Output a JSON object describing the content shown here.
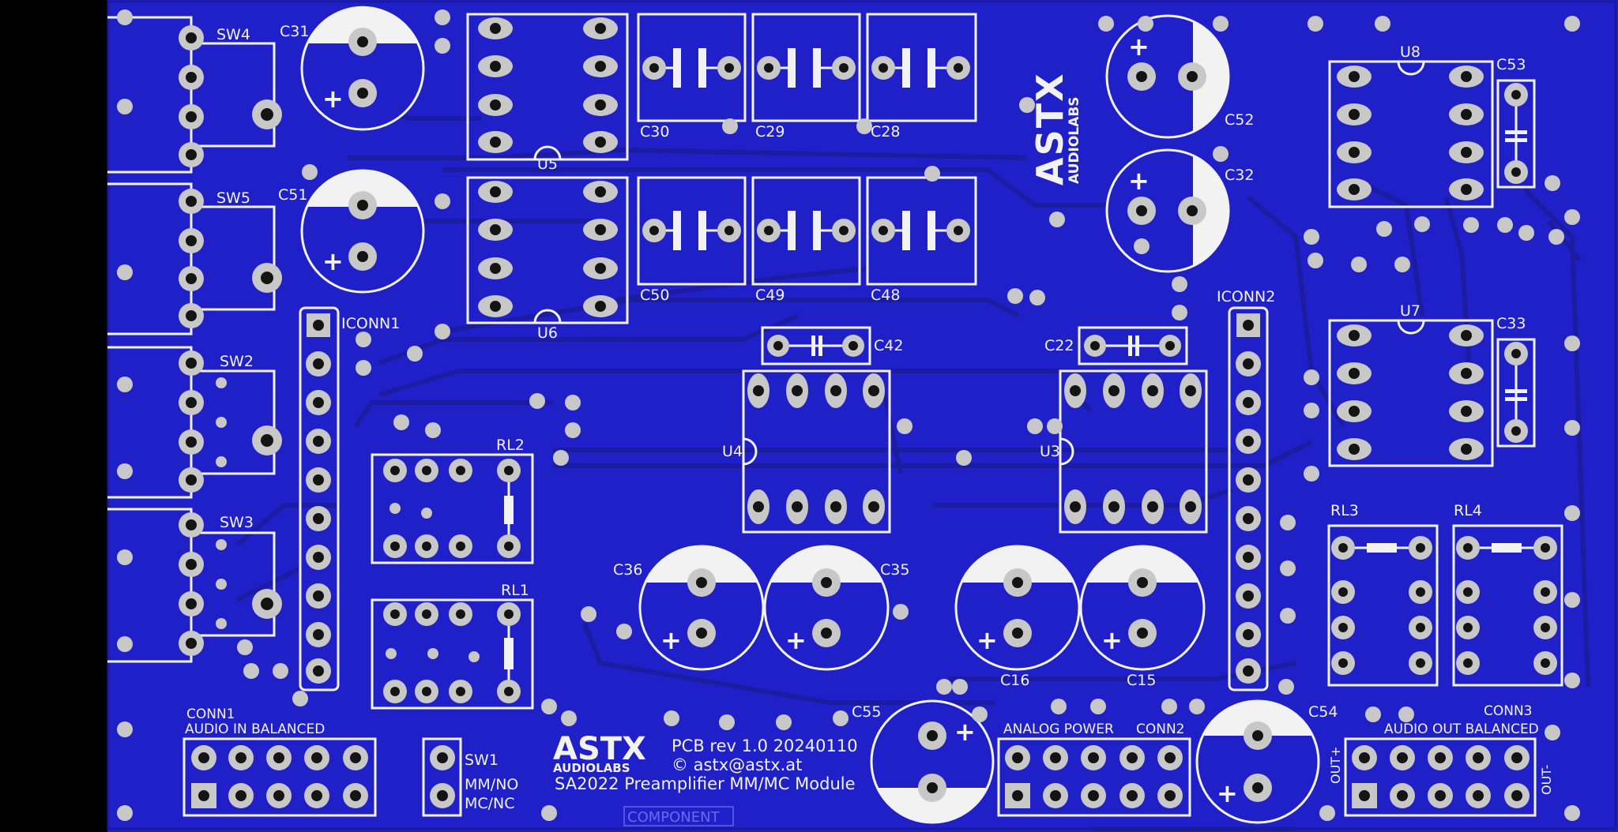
{
  "board": {
    "colors": {
      "background": "#000000",
      "board": "#2020c8",
      "silkscreen": "#f2f2f2",
      "pad": "#c8c8c8",
      "drill": "#141414",
      "trace": "#1c1ca0"
    },
    "designators": {
      "sw4": "SW4",
      "sw5": "SW5",
      "sw2": "SW2",
      "sw3": "SW3",
      "sw1": "SW1",
      "c31": "C31",
      "c51": "C51",
      "c30": "C30",
      "c29": "C29",
      "c28": "C28",
      "c50": "C50",
      "c49": "C49",
      "c48": "C48",
      "c52": "C52",
      "c32": "C32",
      "c53": "C53",
      "c33": "C33",
      "c42": "C42",
      "c22": "C22",
      "c36": "C36",
      "c35": "C35",
      "c16": "C16",
      "c15": "C15",
      "c55": "C55",
      "c54": "C54",
      "u5": "U5",
      "u6": "U6",
      "u4": "U4",
      "u3": "U3",
      "u8": "U8",
      "u7": "U7",
      "rl1": "RL1",
      "rl2": "RL2",
      "rl3": "RL3",
      "rl4": "RL4",
      "iconn1": "ICONN1",
      "iconn2": "ICONN2",
      "conn1": "CONN1",
      "conn2": "CONN2",
      "conn3": "CONN3"
    },
    "labels": {
      "conn1_sub": "AUDIO IN BALANCED",
      "conn3_sub": "AUDIO OUT BALANCED",
      "analog_power": "ANALOG POWER",
      "sw1_mode1": "MM/NO",
      "sw1_mode2": "MC/NC",
      "out_plus": "OUT+",
      "out_minus": "OUT-",
      "plus": "+",
      "component": "COMPONENT"
    },
    "branding": {
      "logo_main": "ASTX",
      "logo_sub": "AUDIOLABS",
      "pcb_rev": "PCB rev 1.0 20240110",
      "contact": "© astx@astx.at",
      "product": "SA2022 Preamplifier MM/MC Module"
    }
  }
}
